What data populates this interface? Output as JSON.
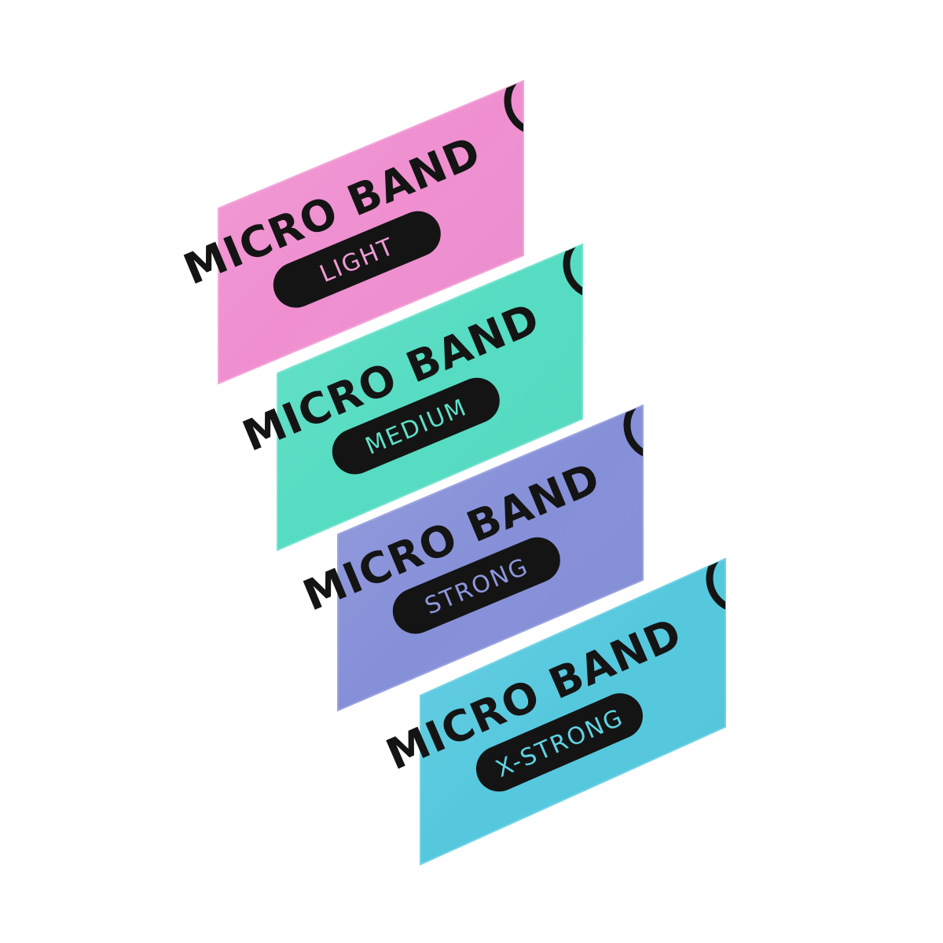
{
  "bands": [
    {
      "title": "MICRO BAND",
      "level": "LIGHT",
      "color": "#ef8fd0",
      "edge": "#f3a6da",
      "label_color": "#f19bd5"
    },
    {
      "title": "MICRO BAND",
      "level": "MEDIUM",
      "color": "#55dcc2",
      "edge": "#76e4cf",
      "label_color": "#5ee0c6"
    },
    {
      "title": "MICRO BAND",
      "level": "STRONG",
      "color": "#8690d8",
      "edge": "#9aa3e0",
      "label_color": "#8d97dd"
    },
    {
      "title": "MICRO BAND",
      "level": "X-STRONG",
      "color": "#55c8de",
      "edge": "#72d3e5",
      "label_color": "#5fd4e6"
    }
  ],
  "colors": {
    "background": "#ffffff",
    "ink": "#141414"
  },
  "icons": {
    "band_logo": "circle-logo-icon"
  }
}
